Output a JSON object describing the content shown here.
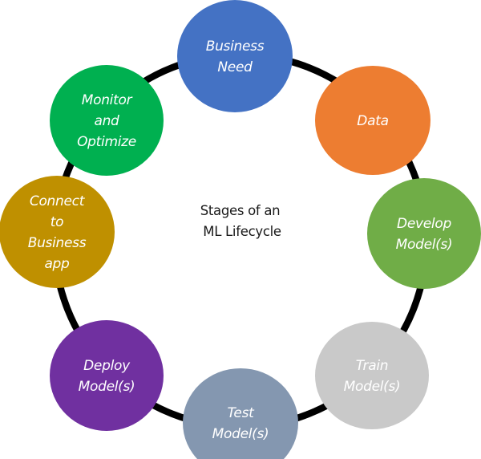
{
  "diagram": {
    "type": "cycle",
    "center_title": {
      "lines": [
        "Stages of an",
        "ML Lifecycle"
      ]
    },
    "connector_color": "#000000",
    "stages": [
      {
        "id": "business-need",
        "lines": [
          "Business",
          "Need"
        ],
        "color": "#4472C4",
        "text_color": "#FFFFFF"
      },
      {
        "id": "data",
        "lines": [
          "Data"
        ],
        "color": "#ED7D31",
        "text_color": "#FFFFFF"
      },
      {
        "id": "develop-models",
        "lines": [
          "Develop",
          "Model(s)"
        ],
        "color": "#70AD47",
        "text_color": "#FFFFFF"
      },
      {
        "id": "train-models",
        "lines": [
          "Train",
          "Model(s)"
        ],
        "color": "#C9C9C9",
        "text_color": "#FFFFFF"
      },
      {
        "id": "test-models",
        "lines": [
          "Test",
          "Model(s)"
        ],
        "color": "#8497B0",
        "text_color": "#FFFFFF"
      },
      {
        "id": "deploy-models",
        "lines": [
          "Deploy",
          "Model(s)"
        ],
        "color": "#7030A0",
        "text_color": "#FFFFFF"
      },
      {
        "id": "connect-to-business-app",
        "lines": [
          "Connect",
          "to",
          "Business",
          "app"
        ],
        "color": "#BF9000",
        "text_color": "#FFFFFF"
      },
      {
        "id": "monitor-and-optimize",
        "lines": [
          "Monitor",
          "and",
          "Optimize"
        ],
        "color": "#00B050",
        "text_color": "#FFFFFF"
      }
    ]
  }
}
